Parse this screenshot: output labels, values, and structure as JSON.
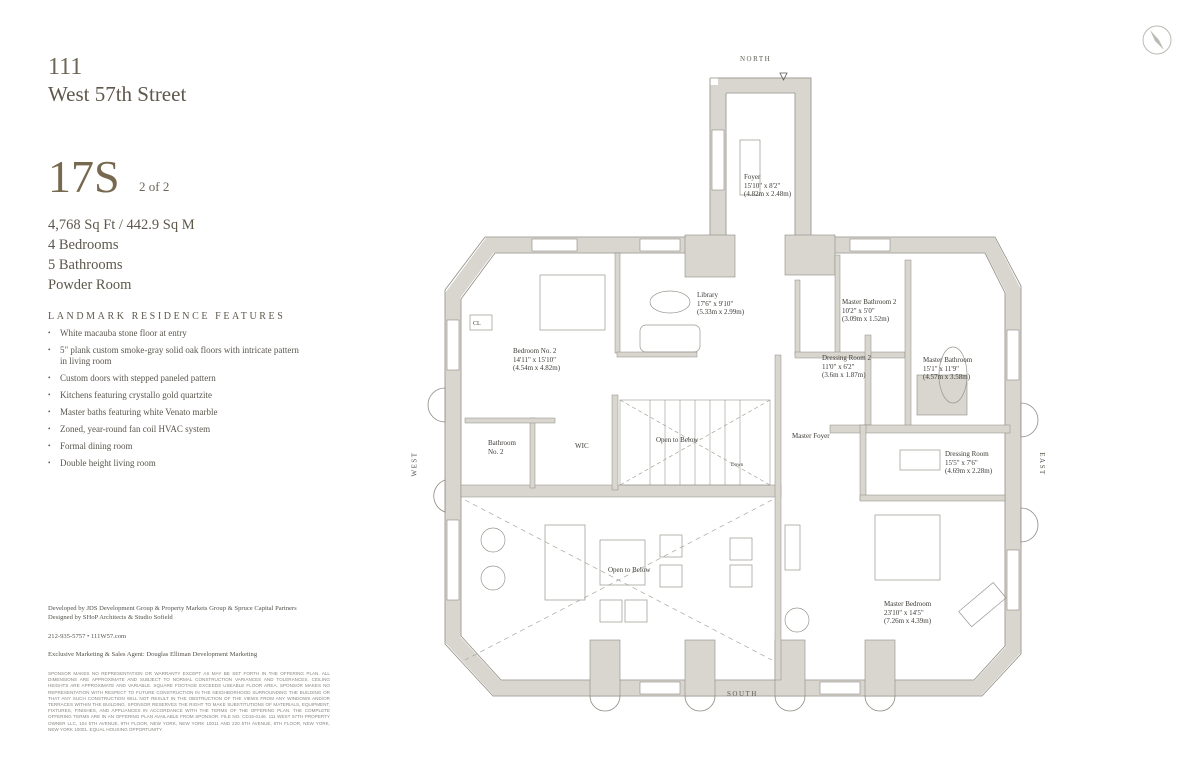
{
  "header": {
    "building_number": "111",
    "street": "West 57th Street",
    "unit": "17S",
    "page_indicator": "2 of 2"
  },
  "stats": {
    "area": "4,768 Sq Ft / 442.9 Sq M",
    "bedrooms": "4 Bedrooms",
    "bathrooms": "5 Bathrooms",
    "extra": "Powder Room"
  },
  "features": {
    "heading": "LANDMARK RESIDENCE FEATURES",
    "items": [
      "White macauba stone floor at entry",
      "5\" plank custom smoke-gray solid oak floors with intricate pattern in living room",
      "Custom doors with stepped paneled pattern",
      "Kitchens featuring crystallo gold quartzite",
      "Master baths featuring white Venato marble",
      "Zoned, year-round fan coil HVAC system",
      "Formal dining room",
      "Double height living room"
    ]
  },
  "footer": {
    "developers": "Developed by JDS Development Group & Property Markets Group & Spruce Capital Partners",
    "designers": "Designed by SHoP Architects & Studio Sofield",
    "contact": "212-935-5757  •  111W57.com",
    "agent": "Exclusive Marketing & Sales Agent: Douglas Elliman Development Marketing",
    "disclaimer": "SPONSOR MAKES NO REPRESENTATION OR WARRANTY EXCEPT AS MAY BE SET FORTH IN THE OFFERING PLAN. ALL DIMENSIONS ARE APPROXIMATE AND SUBJECT TO NORMAL CONSTRUCTION VARIANCES AND TOLERANCES. CEILING HEIGHTS ARE APPROXIMATE AND VARIABLE. SQUARE FOOTAGE EXCEEDS USEABLE FLOOR AREA. SPONSOR MAKES NO REPRESENTATION WITH RESPECT TO FUTURE CONSTRUCTION IN THE NEIGHBORHOOD SURROUNDING THE BUILDING OR THAT ANY SUCH CONSTRUCTION WILL NOT RESULT IN THE OBSTRUCTION OF THE VIEWS FROM ANY WINDOWS AND/OR TERRACES WITHIN THE BUILDING. SPONSOR RESERVES THE RIGHT TO MAKE SUBSTITUTIONS OF MATERIALS, EQUIPMENT, FIXTURES, FINISHES, AND APPLIANCES IN ACCORDANCE WITH THE TERMS OF THE OFFERING PLAN. THE COMPLETE OFFERING TERMS ARE IN AN OFFERING PLAN AVAILABLE FROM SPONSOR. FILE NO. CD15-0146. 111 WEST 57TH PROPERTY OWNER LLC, 104 5TH AVENUE, 9TH FLOOR, NEW YORK, NEW YORK 10011 AND 220 5TH AVENUE, 8TH FLOOR, NEW YORK, NEW YORK 10001. EQUAL HOUSING OPPORTUNITY."
  },
  "compass": {
    "north": "NORTH",
    "south": "SOUTH",
    "east": "EAST",
    "west": "WEST"
  },
  "rooms": {
    "foyer": {
      "name": "Foyer",
      "imperial": "15'10\" x 8'2\"",
      "metric": "(4.82m x 2.48m)"
    },
    "library": {
      "name": "Library",
      "imperial": "17'6\" x 9'10\"",
      "metric": "(5.33m x 2.99m)"
    },
    "bedroom2": {
      "name": "Bedroom No. 2",
      "imperial": "14'11\" x 15'10\"",
      "metric": "(4.54m x 4.82m)"
    },
    "master_bath2": {
      "name": "Master Bathroom 2",
      "imperial": "10'2\" x 5'0\"",
      "metric": "(3.09m x 1.52m)"
    },
    "dressing2": {
      "name": "Dressing Room 2",
      "imperial": "11'0\" x 6'2\"",
      "metric": "(3.6m x 1.87m)"
    },
    "master_bath": {
      "name": "Master Bathroom",
      "imperial": "15'1\" x 11'9\"",
      "metric": "(4.57m x 3.58m)"
    },
    "dressing": {
      "name": "Dressing Room",
      "imperial": "15'5\" x 7'6\"",
      "metric": "(4.69m x 2.28m)"
    },
    "master_bedroom": {
      "name": "Master Bedroom",
      "imperial": "23'10\" x 14'5\"",
      "metric": "(7.26m x 4.39m)"
    },
    "bathroom2": {
      "name": "Bathroom No. 2"
    },
    "wic": {
      "name": "WIC"
    },
    "cl": {
      "name": "CL"
    },
    "master_foyer": {
      "name": "Master Foyer"
    },
    "open_stair": {
      "name": "Open to Below"
    },
    "open_living": {
      "name": "Open to Below"
    },
    "down": {
      "name": "Down"
    }
  },
  "colors": {
    "wall": "#d9d6cf",
    "title": "#77694f",
    "line": "#8e8a82"
  }
}
